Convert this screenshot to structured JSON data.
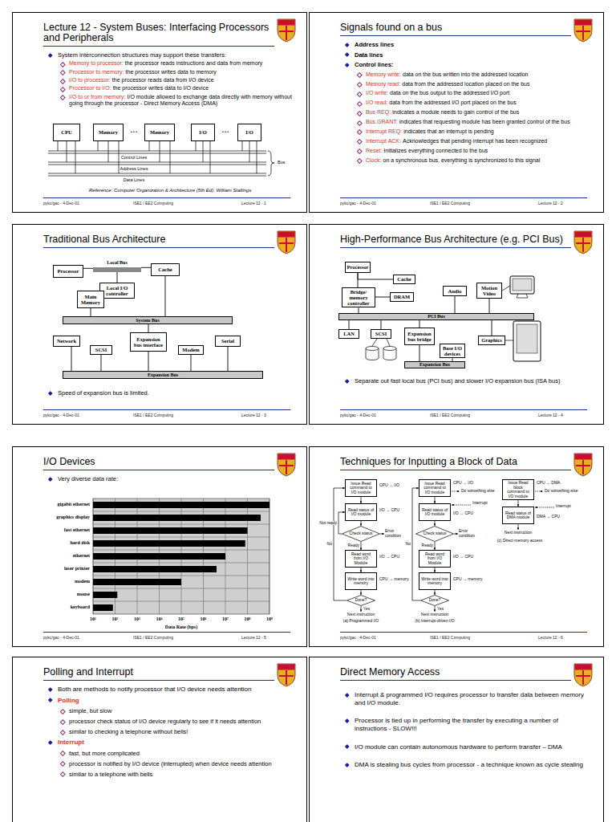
{
  "diagram": {
    "nodes": [
      {
        "text": [
          "Lecture 12 - System Buses: Interfacing Processors and Peripherals",
          "System interconnection structures may support these transfers:",
          "Memory to processor:",
          "the processor reads instructions and data from memory",
          "Processor to memory:",
          "the processor writes data to memory",
          "I/O to processor:",
          "the processor reads data from I/O device",
          "Processor to I/O:",
          "the processor writes data to I/O device",
          "I/O to or from memory:",
          "I/O module allowed to exchange data directly with memory without going through the processor - Direct Memory Access (DMA)",
          "pykc/gac - 4-Dec-01",
          "ISE1 / EE2 Computing",
          "Lecture 12 - 1"
        ]
      },
      {
        "text": [
          "CPU"
        ],
        "in": 0
      },
      {
        "text": [
          "Memory"
        ],
        "in": 0
      },
      {
        "text": [
          "Memory"
        ],
        "in": 0
      },
      {
        "text": [
          "I/O"
        ],
        "in": 0
      },
      {
        "text": [
          "I/O"
        ],
        "in": 0
      },
      {
        "text": [
          "Signals found on a bus",
          "Address lines",
          "Data lines",
          "Control lines:",
          "Memory write:",
          "data on the bus written into the addressed location",
          "Memory read:",
          "data from the addressed location placed on the bus",
          "I/O write:",
          "data on the bus output to the addressed I/O port",
          "I/O read:",
          "data from the addressed I/O port placed on the bus",
          "Bus REQ:",
          "indicates a module needs to gain control of the bus",
          "Bus GRANT:",
          "indicates that requesting module has been granted control of the bus",
          "Interrupt REQ:",
          "indicates that an interrupt is pending",
          "Interrupt ACK:",
          "Acknowledges that pending interrupt has been recognized",
          "Reset:",
          "Initializes everything connected to the bus",
          "Clock:",
          "on a synchronous bus, everything is synchronized to this signal",
          "pykc/gac - 4-Dec-01",
          "ISE1 / EE2 Computing",
          "Lecture 12 - 2"
        ]
      },
      {
        "text": [
          "Traditional Bus Architecture",
          "Speed of expansion bus is limited.",
          "pykc/gac - 4-Dec-01",
          "ISE1 / EE2 Computing",
          "Lecture 12 - 3"
        ]
      },
      {
        "text": [
          "Processor"
        ],
        "in": 7
      },
      {
        "text": [
          "Local Bus"
        ],
        "in": 7
      },
      {
        "text": [
          "Cache"
        ],
        "in": 7
      },
      {
        "text": [
          "Local I/O controller"
        ],
        "in": 7
      },
      {
        "text": [
          "Main Memory"
        ],
        "in": 7
      },
      {
        "text": [
          "System Bus"
        ],
        "in": 7
      },
      {
        "text": [
          "Network"
        ],
        "in": 7
      },
      {
        "text": [
          "SCSI"
        ],
        "in": 7
      },
      {
        "text": [
          "Expansion bus interface"
        ],
        "in": 7
      },
      {
        "text": [
          "Modem"
        ],
        "in": 7
      },
      {
        "text": [
          "Serial"
        ],
        "in": 7
      },
      {
        "text": [
          "Expansion Bus"
        ],
        "in": 7
      },
      {
        "text": [
          "High-Performance Bus Architecture (e.g. PCI Bus)",
          "Separate out fast local bus (PCI bus) and slower I/O expansion bus (ISA bus)",
          "pykc/gac - 4-Dec-01",
          "ISE1 / EE2 Computing",
          "Lecture 12 - 4"
        ]
      },
      {
        "text": [
          "Processor"
        ],
        "in": 20
      },
      {
        "text": [
          "Cache"
        ],
        "in": 20
      },
      {
        "text": [
          "Bridge/ memory controller"
        ],
        "in": 20
      },
      {
        "text": [
          "DRAM"
        ],
        "in": 20
      },
      {
        "text": [
          "Audio"
        ],
        "in": 20
      },
      {
        "text": [
          "Motion Video"
        ],
        "in": 20
      },
      {
        "text": [
          "PCI Bus"
        ],
        "in": 20
      },
      {
        "text": [
          "LAN"
        ],
        "in": 20
      },
      {
        "text": [
          "SCSI"
        ],
        "in": 20
      },
      {
        "text": [
          "Expansion bus bridge"
        ],
        "in": 20
      },
      {
        "text": [
          "Graphics"
        ],
        "in": 20
      },
      {
        "text": [
          "Base I/O devices"
        ],
        "in": 20
      },
      {
        "text": [
          "Expansion Bus"
        ],
        "in": 20
      },
      {
        "text": [
          "I/O Devices",
          "Very diverse data rate:",
          "pykc/gac - 4-Dec-01",
          "ISE1 / EE2 Computing",
          "Lecture 12 - 5"
        ]
      },
      {
        "text": [
          "Techniques for Inputting a Block of Data",
          "pykc/gac - 4-Dec-01",
          "ISE1 / EE2 Computing",
          "Lecture 12 - 6"
        ]
      },
      {
        "text": [
          "Issue Read command to I/O module"
        ],
        "in": 35
      },
      {
        "text": [
          "Read status of I/O module"
        ],
        "in": 35
      },
      {
        "text": [
          "Check status"
        ],
        "in": 35
      },
      {
        "text": [
          "Read word from I/O Module"
        ],
        "in": 35
      },
      {
        "text": [
          "Write word into memory"
        ],
        "in": 35
      },
      {
        "text": [
          "Done?"
        ],
        "in": 35
      },
      {
        "text": [
          "Issue Read command to I/O module"
        ],
        "in": 35
      },
      {
        "text": [
          "Read status of I/O module"
        ],
        "in": 35
      },
      {
        "text": [
          "Check status"
        ],
        "in": 35
      },
      {
        "text": [
          "Read word from I/O Module"
        ],
        "in": 35
      },
      {
        "text": [
          "Write word into memory"
        ],
        "in": 35
      },
      {
        "text": [
          "Done?"
        ],
        "in": 35
      },
      {
        "text": [
          "Issue Read block command to I/O module"
        ],
        "in": 35
      },
      {
        "text": [
          "Read status of DMA module"
        ],
        "in": 35
      },
      {
        "text": [
          "Polling and Interrupt",
          "Both are methods to notify processor that I/O device needs attention",
          "Polling",
          "simple, but slow",
          "processor check status of I/O device regularly to see if it needs attention",
          "similar to checking a telephone without bells!",
          "Interrupt",
          "fast, but more complicated",
          "processor is notified by I/O device (interrupted) when device needs attention",
          "similar to a telephone with bells"
        ]
      },
      {
        "text": [
          "Direct Memory Access",
          "Interrupt & programmed I/O requires processor to transfer data between memory and I/O module.",
          "Processor is tied up in performing the transfer by executing a number of instructions - SLOW!!!",
          "I/O module can contain autonomous hardware to perform transfer – DMA",
          "DMA is stealing bus cycles from processor - a technique known as cycle stealing"
        ]
      }
    ],
    "edges": [
      {
        "from": 8,
        "to": 9,
        "arrow": "none"
      },
      {
        "from": 9,
        "to": 10,
        "arrow": "none"
      },
      {
        "from": 9,
        "to": 11,
        "arrow": "none"
      },
      {
        "from": 10,
        "to": 13,
        "arrow": "none"
      },
      {
        "from": 12,
        "to": 13,
        "arrow": "none"
      },
      {
        "from": 13,
        "to": 16,
        "arrow": "none"
      },
      {
        "from": 16,
        "to": 19,
        "arrow": "none"
      },
      {
        "from": 14,
        "to": 19,
        "arrow": "none"
      },
      {
        "from": 15,
        "to": 19,
        "arrow": "none"
      },
      {
        "from": 17,
        "to": 19,
        "arrow": "none"
      },
      {
        "from": 18,
        "to": 19,
        "arrow": "none"
      },
      {
        "from": 21,
        "to": 22,
        "arrow": "none"
      },
      {
        "from": 21,
        "to": 23,
        "arrow": "none"
      },
      {
        "from": 23,
        "to": 24,
        "arrow": "none"
      },
      {
        "from": 23,
        "to": 27,
        "arrow": "none"
      },
      {
        "from": 25,
        "to": 27,
        "arrow": "none"
      },
      {
        "from": 26,
        "to": 27,
        "arrow": "none"
      },
      {
        "from": 27,
        "to": 28,
        "arrow": "none"
      },
      {
        "from": 27,
        "to": 29,
        "arrow": "none"
      },
      {
        "from": 27,
        "to": 30,
        "arrow": "none"
      },
      {
        "from": 27,
        "to": 31,
        "arrow": "none"
      },
      {
        "from": 30,
        "to": 33,
        "arrow": "none"
      },
      {
        "from": 32,
        "to": 33,
        "arrow": "none"
      },
      {
        "from": 36,
        "to": 37,
        "arrow": "to"
      },
      {
        "from": 37,
        "to": 38,
        "arrow": "to"
      },
      {
        "from": 38,
        "to": 39,
        "arrow": "to",
        "label": "Ready"
      },
      {
        "from": 39,
        "to": 40,
        "arrow": "to"
      },
      {
        "from": 40,
        "to": 41,
        "arrow": "to"
      },
      {
        "from": 41,
        "to": 36,
        "arrow": "to",
        "label": "No"
      },
      {
        "from": 38,
        "to": 37,
        "arrow": "to",
        "label": "Not ready"
      },
      {
        "from": 42,
        "to": 43,
        "arrow": "to"
      },
      {
        "from": 43,
        "to": 44,
        "arrow": "to"
      },
      {
        "from": 44,
        "to": 45,
        "arrow": "to",
        "label": "Ready"
      },
      {
        "from": 45,
        "to": 46,
        "arrow": "to"
      },
      {
        "from": 46,
        "to": 47,
        "arrow": "to"
      },
      {
        "from": 47,
        "to": 42,
        "arrow": "to",
        "label": "No"
      },
      {
        "from": 48,
        "to": 49,
        "arrow": "to"
      }
    ],
    "labels": [
      "• • •",
      "• • •",
      "Control Lines",
      "Address Lines",
      "Data Lines",
      "Bus",
      "Reference: Computer Organization & Architecture (5th Ed), William Stallings",
      "gigabit ethernet",
      "graphics display",
      "fast ethernet",
      "hard disk",
      "ethernet",
      "laser printer",
      "modem",
      "mouse",
      "keyboard",
      "10¹",
      "10²",
      "10³",
      "10⁴",
      "10⁵",
      "10⁶",
      "10⁷",
      "10⁸",
      "10⁹",
      "Data Rate (bps)",
      "CPU → I/O",
      "I/O → CPU",
      "Error condition",
      "I/O → CPU",
      "CPU → memory",
      "Yes",
      "Next instruction",
      "(a) Programmed I/O",
      "CPU → I/O",
      "Do something else",
      "Interrupt",
      "I/O → CPU",
      "Error condition",
      "I/O → CPU",
      "CPU → memory",
      "Yes",
      "Next instruction",
      "(b) Interrupt-driven I/O",
      "CPU → DMA",
      "Do something else",
      "Interrupt",
      "DMA → CPU",
      "Next instruction",
      "(c) Direct memory access"
    ]
  }
}
